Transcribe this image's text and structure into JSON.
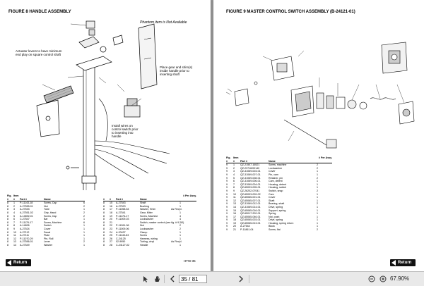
{
  "left_page": {
    "title": "FIGURE 8  HANDLE ASSEMBLY",
    "phantom_note": "Phantom item is Not Available",
    "notes": [
      "Actuator levers to have minimum end play on square control shaft",
      "Place gear and shim(s) inside handle prior to inserting shaft",
      "Install wires on control switch prior to inserting into handle"
    ],
    "headers": {
      "fig": "Fig.",
      "item": "Item",
      "num": "#",
      "num2": "#",
      "part": "Part #",
      "name": "Name",
      "per": "# Per Assy."
    },
    "rows_col1": [
      [
        "8",
        "1",
        "P-11143-18",
        "Screw, Cap",
        "6"
      ],
      [
        "8",
        "2",
        "A-27555-01",
        "Nut",
        "2"
      ],
      [
        "8",
        "3",
        "A-27533",
        "Tube",
        "1"
      ],
      [
        "8",
        "4",
        "A-27551-02",
        "Grip, Hand",
        "2"
      ],
      [
        "8",
        "5",
        "A-14892-01",
        "Screw, Cap",
        "2"
      ],
      [
        "8",
        "6",
        "C-27547",
        "Bar",
        "1"
      ],
      [
        "8",
        "7",
        "P-11176-17",
        "Screw, Machine",
        "6"
      ],
      [
        "8",
        "8",
        "A-14826",
        "Switch",
        "1"
      ],
      [
        "8",
        "9",
        "A-27524",
        "Cover",
        "1"
      ],
      [
        "8",
        "10",
        "A-27112",
        "Decal",
        "1"
      ],
      [
        "8",
        "11",
        "A-27111",
        "Plate",
        "1"
      ],
      [
        "8",
        "12",
        "P-11070-29",
        "Pin, Roll",
        "1"
      ],
      [
        "8",
        "13",
        "A-27556-01",
        "Lever",
        "2"
      ],
      [
        "8",
        "14",
        "A-27549",
        "Washer",
        "1"
      ]
    ],
    "rows_col2": [
      [
        "8",
        "15",
        "A-27543",
        "Shaft",
        "1"
      ],
      [
        "8",
        "16",
        "A-27523",
        "Bushing",
        "1"
      ],
      [
        "8",
        "17",
        "P-11058-54",
        "Washer, Shim",
        "As Req'd."
      ],
      [
        "8",
        "18",
        "A-27541",
        "Gear, Miter",
        "1"
      ],
      [
        "8",
        "19",
        "P-11176-17",
        "Screw, Machine",
        "4"
      ],
      [
        "8",
        "20",
        "P-11009-03",
        "Lockwasher",
        "4"
      ],
      [
        "8",
        "21",
        "",
        "Switch, master control (see fig. # 9, 10)",
        "1"
      ],
      [
        "8",
        "22",
        "P-11261-06",
        "Nut",
        "2"
      ],
      [
        "8",
        "23",
        "P-11009-06",
        "Lockwasher",
        "2"
      ],
      [
        "8",
        "24",
        "A-20437",
        "Clamp",
        "1"
      ],
      [
        "8",
        "25",
        "P-11143-63",
        "Screw",
        "1"
      ],
      [
        "8",
        "26",
        "C-24125",
        "Harness, wiring",
        "1"
      ],
      [
        "8",
        "27",
        "02-9950",
        "Tubing, vinyl",
        "As Req'd."
      ],
      [
        "8",
        "28",
        "C-24127-02",
        "Handle",
        "1"
      ]
    ],
    "htw": "HTW-35"
  },
  "right_page": {
    "title": "FIGURE 9  MASTER CONTROL SWITCH ASSEMBLY (B-24121-01)",
    "headers": {
      "fig": "Fig.",
      "item": "Item",
      "num": "#",
      "num2": "#",
      "part": "Part #",
      "name": "Name",
      "per": "# Per Assy."
    },
    "rows": [
      [
        "9",
        "1",
        "QZ-21507-16521",
        "Screw, machine",
        "2"
      ],
      [
        "9",
        "2",
        "QZ-23716/00140",
        "Lockwasher",
        "2"
      ],
      [
        "9",
        "3",
        "QZ-31069-003-01",
        "Cover",
        "1"
      ],
      [
        "9",
        "4",
        "QZ-31069-007-01",
        "Pin, cam",
        "1"
      ],
      [
        "9",
        "5",
        "QZ-31069-008-01",
        "Retainer, pin",
        "2"
      ],
      [
        "9",
        "6",
        "QZ-31069-006-01",
        "Cam, detent",
        "1"
      ],
      [
        "9",
        "7",
        "QZ-31069-004-01",
        "Housing, detent",
        "1"
      ],
      [
        "9",
        "8",
        "QZ-65093-005-01",
        "Housing, switch",
        "1"
      ],
      [
        "9",
        "9",
        "QZ-26202-07041",
        "Switch, snap",
        "2"
      ],
      [
        "9",
        "10",
        "QZ-65093-009-02",
        "Cam",
        "1"
      ],
      [
        "9",
        "11",
        "QZ-65065-001-01",
        "Cover",
        "1"
      ],
      [
        "9",
        "12",
        "QZ-65065-007-01",
        "Shaft",
        "1"
      ],
      [
        "9",
        "13",
        "QZ-31069-012-01",
        "Bearing, shaft",
        "2"
      ],
      [
        "9",
        "14",
        "QZ-31069-014-01",
        "Drive, spring",
        "1"
      ],
      [
        "9",
        "15",
        "QZ-65065-016-01",
        "Support, spring",
        "1"
      ],
      [
        "9",
        "16",
        "QZ-65017-202-01",
        "Spring",
        "1"
      ],
      [
        "9",
        "17",
        "QZ-65065-046-01",
        "Nut, push",
        "1"
      ],
      [
        "9",
        "18",
        "QZ-65065-003-01",
        "Drive, spring",
        "1"
      ],
      [
        "9",
        "19",
        "QZ-65065-013-01",
        "Housing, spring return",
        "1"
      ],
      [
        "9",
        "20",
        "A-27544",
        "Block",
        "1"
      ],
      [
        "9",
        "21",
        "P-11861-04",
        "Screw, flat",
        "2"
      ]
    ]
  },
  "return_label": "Return",
  "toolbar": {
    "page_value": "35 / 81",
    "page_total": "",
    "zoom": "67.90%",
    "icons": [
      "select-icon",
      "hand-icon",
      "prev-page-icon",
      "next-page-icon",
      "zoom-out-icon",
      "zoom-in-icon"
    ]
  }
}
